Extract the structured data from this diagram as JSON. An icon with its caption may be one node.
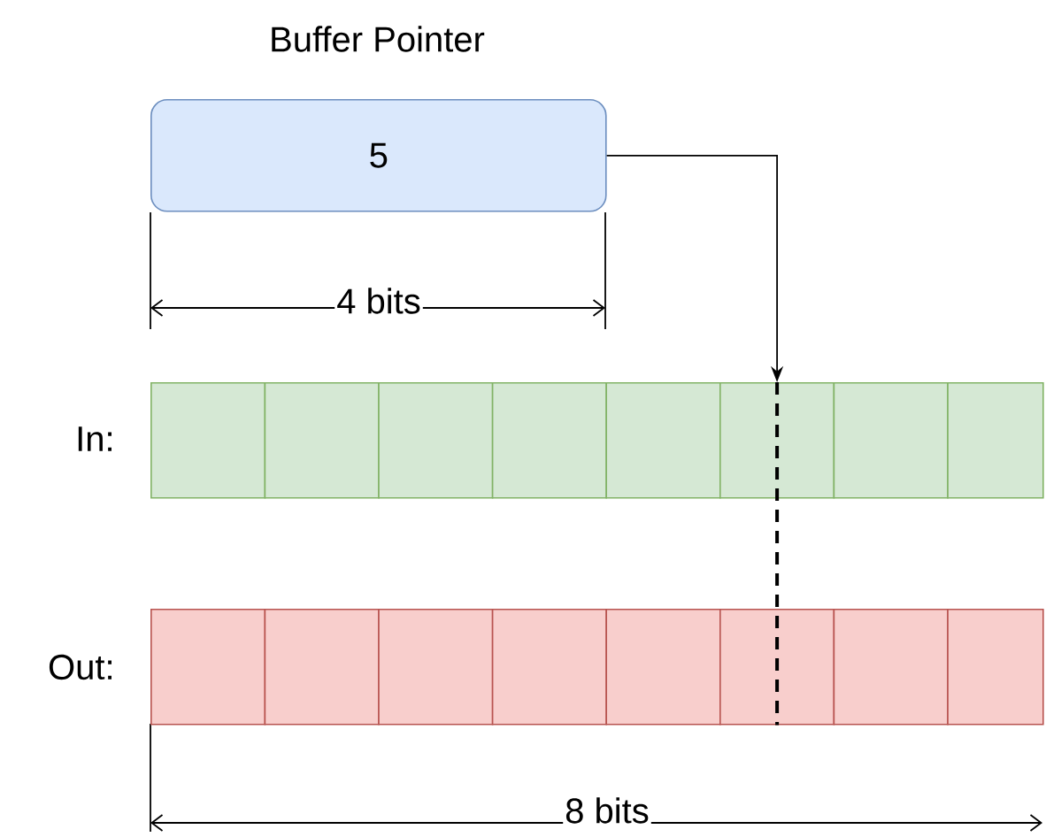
{
  "diagram": {
    "nodes": [
      {
        "text": [
          "Buffer Pointer",
          "5"
        ]
      },
      {
        "text": [],
        "shape": "box"
      },
      {
        "text": [],
        "shape": "box"
      },
      {
        "text": [],
        "shape": "box"
      },
      {
        "text": [],
        "shape": "box"
      },
      {
        "text": [],
        "shape": "box"
      },
      {
        "text": [],
        "shape": "box"
      },
      {
        "text": [],
        "shape": "box"
      },
      {
        "text": [],
        "shape": "box"
      },
      {
        "text": [],
        "shape": "box"
      },
      {
        "text": [],
        "shape": "box"
      },
      {
        "text": [],
        "shape": "box"
      },
      {
        "text": [],
        "shape": "box"
      },
      {
        "text": [],
        "shape": "box"
      },
      {
        "text": [],
        "shape": "box"
      },
      {
        "text": [],
        "shape": "box"
      },
      {
        "text": [],
        "shape": "box"
      }
    ],
    "edges": [
      {
        "from": 0,
        "to": 6,
        "arrow": "to"
      },
      {
        "from": 6,
        "to": 14,
        "arrow": "none",
        "style": "dashed"
      }
    ],
    "labels": [
      "In:",
      "Out:",
      "4 bits",
      "8 bits"
    ]
  }
}
